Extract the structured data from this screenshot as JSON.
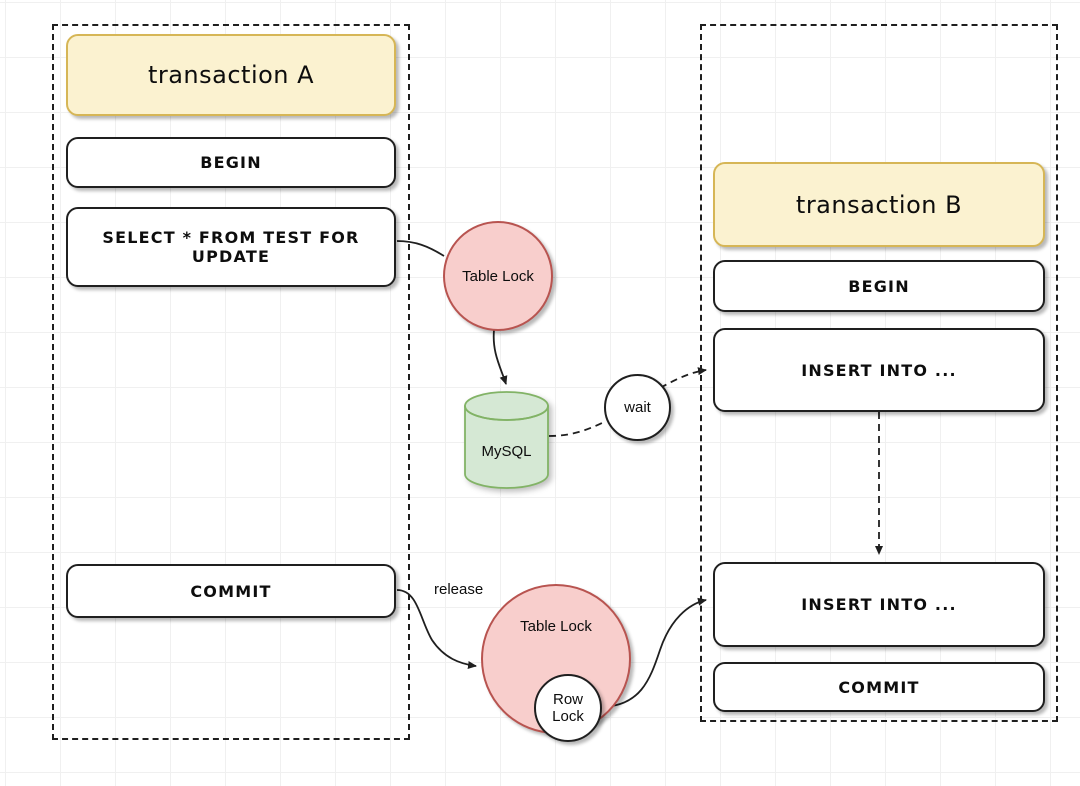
{
  "diagram": {
    "title": "MySQL transaction table lock / row lock waiting diagram",
    "colors": {
      "header_fill": "#fbf2d0",
      "header_stroke": "#d6b656",
      "lock_fill": "#f8cecc",
      "lock_stroke": "#b85450",
      "db_fill": "#d5e8d4",
      "db_stroke": "#82b366",
      "node_stroke": "#1f1f1f",
      "node_fill": "#ffffff"
    }
  },
  "transaction_a": {
    "title": "transaction A",
    "steps": [
      {
        "label": "BEGIN"
      },
      {
        "label": "SELECT * FROM TEST FOR UPDATE"
      },
      {
        "label": "COMMIT"
      }
    ]
  },
  "transaction_b": {
    "title": "transaction B",
    "steps": [
      {
        "label": "BEGIN"
      },
      {
        "label": "INSERT INTO ..."
      },
      {
        "label": "INSERT INTO ..."
      },
      {
        "label": "COMMIT"
      }
    ]
  },
  "nodes": {
    "table_lock_top": "Table Lock",
    "table_lock_bottom": "Table Lock",
    "row_lock": "Row\nLock",
    "row_lock_line1": "Row",
    "row_lock_line2": "Lock",
    "wait": "wait",
    "mysql": "MySQL"
  },
  "edges": [
    {
      "from": "SELECT * FROM TEST FOR UPDATE",
      "to": "Table Lock",
      "label": "",
      "style": "solid"
    },
    {
      "from": "Table Lock",
      "to": "MySQL",
      "label": "",
      "style": "solid-arrow"
    },
    {
      "from": "MySQL",
      "to": "wait",
      "label": "",
      "style": "dashed"
    },
    {
      "from": "wait",
      "to": "INSERT INTO ...",
      "label": "",
      "style": "dashed-arrow"
    },
    {
      "from": "INSERT INTO ...",
      "to": "INSERT INTO ...",
      "label": "",
      "style": "dashed-arrow"
    },
    {
      "from": "COMMIT",
      "to": "Table Lock",
      "label": "release",
      "style": "solid-arrow"
    },
    {
      "from": "Row Lock",
      "to": "INSERT INTO ...",
      "label": "",
      "style": "solid-arrow"
    }
  ],
  "labels": {
    "release": "release"
  }
}
